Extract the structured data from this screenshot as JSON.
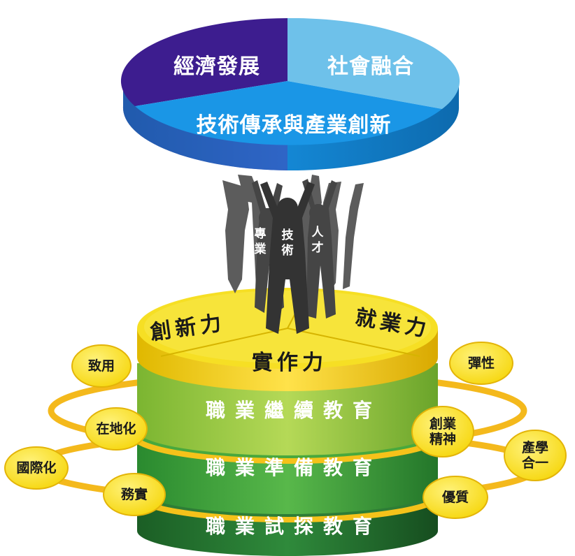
{
  "top_pie": {
    "economic_development": "經濟發展",
    "social_inclusion": "社會融合",
    "tech_heritage_innovation": "技術傳承與產業創新"
  },
  "people": {
    "professional": "專業",
    "technical": "技術",
    "talent": "人才"
  },
  "platform": {
    "innovation": "創新力",
    "employability": "就業力",
    "practical": "實作力"
  },
  "tiers": {
    "continuing": "職業繼續教育",
    "preparatory": "職業準備教育",
    "exploratory": "職業試探教育"
  },
  "bubbles": {
    "application": "致用",
    "localization": "在地化",
    "internationalization": "國際化",
    "pragmatic": "務實",
    "flexibility": "彈性",
    "entrepreneurship": "創業精神",
    "industry_academia": "產學合一",
    "excellence": "優質"
  },
  "colors": {
    "economic": "#3d1d8f",
    "social": "#6ec1ea",
    "tech": "#1a96e6",
    "platform": "#f5de1f",
    "tier_continuing": "#8cc63f",
    "tier_preparatory": "#3fa535",
    "tier_exploratory": "#1e6b2a",
    "bubble": "#f9e21b",
    "ring": "#f7c21a"
  }
}
